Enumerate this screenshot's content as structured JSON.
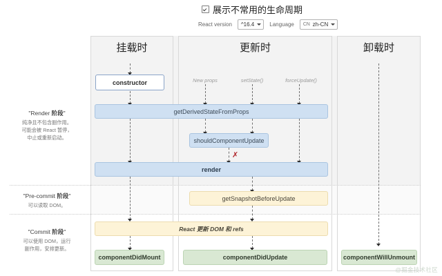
{
  "controls": {
    "show_uncommon_label": "展示不常用的生命周期",
    "show_uncommon_checked": true,
    "react_version_label": "React version",
    "react_version_value": "^16.4",
    "language_label": "Language",
    "language_flag": "CN",
    "language_value": "zh-CN"
  },
  "columns": [
    {
      "key": "mount",
      "title": "挂载时"
    },
    {
      "key": "update",
      "title": "更新时"
    },
    {
      "key": "unmount",
      "title": "卸载时"
    }
  ],
  "phases": [
    {
      "key": "render",
      "title_prefix": "\"Render ",
      "title_bold": "阶段",
      "title_suffix": "\"",
      "description": "纯净且不包含副作用。\n可能会被 React 暂停，\n中止或重新启动。"
    },
    {
      "key": "precommit",
      "title_prefix": "\"Pre-commit ",
      "title_bold": "阶段",
      "title_suffix": "\"",
      "description": "可以读取 DOM。"
    },
    {
      "key": "commit",
      "title_prefix": "\"Commit ",
      "title_bold": "阶段",
      "title_suffix": "\"",
      "description": "可以使用 DOM，运行\n副作用，安排更新。"
    }
  ],
  "triggers": [
    {
      "label": "New props"
    },
    {
      "label": "setState()"
    },
    {
      "label": "forceUpdate()"
    }
  ],
  "nodes": {
    "constructor": "constructor",
    "get_derived_state_from_props": "getDerivedStateFromProps",
    "should_component_update": "shouldComponentUpdate",
    "render": "render",
    "get_snapshot_before_update": "getSnapshotBeforeUpdate",
    "react_updates_dom": "React 更新 DOM 和 refs",
    "component_did_mount": "componentDidMount",
    "component_did_update": "componentDidUpdate",
    "component_will_unmount": "componentWillUnmount",
    "skip_mark": "✗"
  },
  "colors": {
    "blue_fill": "#cfe0f2",
    "blue_border": "#a9c4e0",
    "yellow_fill": "#fdf3d7",
    "yellow_border": "#ecdcae",
    "green_fill": "#d9e8d3",
    "green_border": "#bcd4b4",
    "white_fill": "#ffffff",
    "panel_gray": "#f3f3f3",
    "skip_red": "#b0262b"
  },
  "watermark": "@掘金技术社区"
}
